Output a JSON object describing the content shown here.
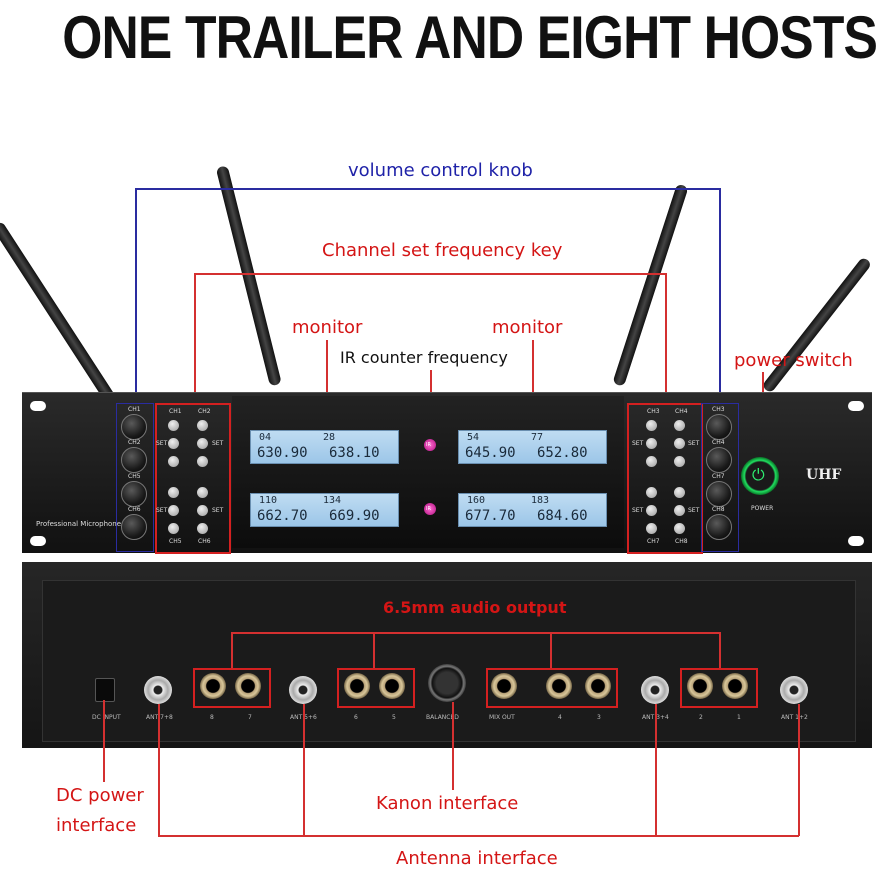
{
  "headline": "ONE TRAILER AND EIGHT HOSTS",
  "callouts": {
    "volume_knob": "volume control knob",
    "channel_key": "Channel set frequency key",
    "monitor_left": "monitor",
    "monitor_right": "monitor",
    "ir_freq": "IR counter frequency",
    "power_switch": "power switch",
    "audio_output": "6.5mm audio output",
    "dc_power_line1": "DC power",
    "dc_power_line2": "interface",
    "kanon": "Kanon interface",
    "antenna": "Antenna interface"
  },
  "front_panel": {
    "brand": "UHF",
    "model_label": "Professional Microphone",
    "power_label": "POWER",
    "knobs_left": [
      "CH1",
      "CH2",
      "CH5",
      "CH6"
    ],
    "knobs_right": [
      "CH3",
      "CH4",
      "CH7",
      "CH8"
    ],
    "btn_group_left_top": [
      "CH1",
      "CH2"
    ],
    "btn_group_left_bottom": [
      "CH5",
      "CH6"
    ],
    "btn_group_right_top": [
      "CH3",
      "CH4"
    ],
    "btn_group_right_bottom": [
      "CH7",
      "CH8"
    ],
    "set_label": "SET",
    "displays": [
      {
        "ch_a": "04",
        "ch_b": "28",
        "freq_a": "630.90",
        "freq_b": "638.10"
      },
      {
        "ch_a": "54",
        "ch_b": "77",
        "freq_a": "645.90",
        "freq_b": "652.80"
      },
      {
        "ch_a": "110",
        "ch_b": "134",
        "freq_a": "662.70",
        "freq_b": "669.90"
      },
      {
        "ch_a": "160",
        "ch_b": "183",
        "freq_a": "677.70",
        "freq_b": "684.60"
      }
    ],
    "ir_label": "IR"
  },
  "rear_panel": {
    "dc_label": "DC INPUT",
    "ant_labels": [
      "ANT 7+8",
      "ANT 5+6",
      "ANT 3+4",
      "ANT 1+2"
    ],
    "jack_labels": [
      "8",
      "7",
      "6",
      "5",
      "MIX OUT",
      "4",
      "3",
      "2",
      "1"
    ],
    "balanced_label": "BALANCED"
  }
}
